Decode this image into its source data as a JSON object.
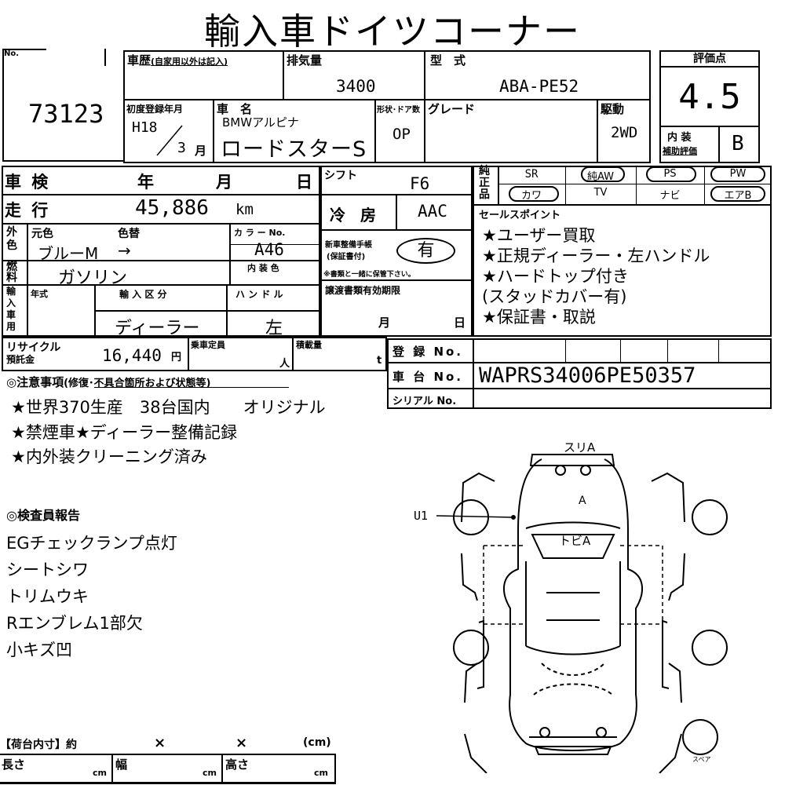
{
  "title": "輸入車ドイツコーナー",
  "no_label": "No.",
  "lot_number": "73123",
  "history_label": "車歴",
  "history_note": "(自家用以外は記入)",
  "displacement_label": "排気量",
  "displacement": "3400",
  "model_label": "型　式",
  "model_code": "ABA-PE52",
  "first_reg_label": "初度登録年月",
  "first_reg_year": "H18",
  "first_reg_month": "3",
  "month_unit": "月",
  "car_name_label": "車　名",
  "car_maker": "BMWアルピナ",
  "car_name": "ロードスターS",
  "body_doors_label": "形状･ドア数",
  "body_doors": "OP",
  "grade_label": "グレード",
  "drive_label": "駆動",
  "drive": "2WD",
  "score_label": "評価点",
  "score": "4.5",
  "interior_label": "内 装",
  "interior_sub": "補助評価",
  "interior_grade": "B",
  "shaken_label": "車 検",
  "year_label": "年",
  "month_label": "月",
  "day_label": "日",
  "shift_label": "シフト",
  "shift": "F6",
  "options_label": "純正品",
  "options_row1": [
    "SR",
    "純AW",
    "PS",
    "PW"
  ],
  "options_row2": [
    "カワ",
    "TV",
    "ナビ",
    "エアB"
  ],
  "mileage_label": "走 行",
  "mileage": "45,886",
  "mileage_unit": "km",
  "ac_label": "冷 房",
  "ac": "AAC",
  "color_side_label": "外色",
  "orig_color_label": "元色",
  "repaint_label": "色替",
  "orig_color": "ブルーM",
  "repaint_arrow": "→",
  "color_no_label": "カ ラ ー No.",
  "color_no": "A46",
  "interior_color_label": "内 装 色",
  "fuel_label": "燃料",
  "fuel": "ガソリン",
  "maint_label": "新車整備手帳",
  "maint_sub": "(保証書付)",
  "maint_value": "有",
  "maint_note": "※書類と一緒に保管下さい。",
  "sales_label": "セールスポイント",
  "sales_points": [
    "★ユーザー買取",
    "★正規ディーラー・左ハンドル",
    "★ハードトップ付き",
    "(スタッドカバー有)",
    "★保証書・取説"
  ],
  "import_side_label": "輸入車用",
  "model_year_label": "年式",
  "import_type_label": "輸 入 区 分",
  "handle_label": "ハ ン ド ル",
  "import_type": "ディーラー",
  "handle": "左",
  "transfer_label": "譲渡書類有効期限",
  "transfer_month": "月",
  "transfer_day": "日",
  "recycle_label": "リサイクル",
  "recycle_sub": "預託金",
  "recycle_amount": "16,440",
  "yen": "円",
  "capacity_label": "乗車定員",
  "person_unit": "人",
  "load_label": "積載量",
  "ton_unit": "t",
  "reg_no_label": "登 録 No.",
  "chassis_label": "車 台 No.",
  "chassis_no": "WAPRS34006PE50357",
  "serial_label": "シリアル No.",
  "caution_title": "◎注意事項",
  "caution_sub": "(修復･不具合箇所および状態等)",
  "caution_notes": [
    "★世界370生産　38台国内　　オリジナル",
    "★禁煙車★ディーラー整備記録",
    "★内外装クリーニング済み"
  ],
  "inspector_title": "◎検査員報告",
  "inspector_notes": [
    "EGチェックランプ点灯",
    "シートシワ",
    "トリムウキ",
    "Rエンブレム1部欠",
    "小キズ凹"
  ],
  "cargo_title": "【荷台内寸】約",
  "cargo_x": "×",
  "cargo_unit": "(cm)",
  "length_label": "長さ",
  "width_label": "幅",
  "height_label": "高さ",
  "cm": "cm",
  "diagram": {
    "roof": "スリA",
    "hood": "A",
    "hood2": "トビA",
    "left": "U1",
    "spare": "スペア"
  }
}
